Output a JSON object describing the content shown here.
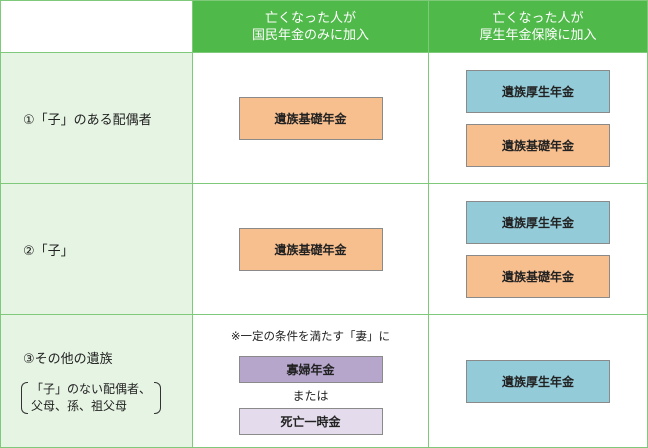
{
  "headers": {
    "national_line1": "亡くなった人が",
    "national_line2": "国民年金のみに加入",
    "welfare_line1": "亡くなった人が",
    "welfare_line2": "厚生年金保険に加入"
  },
  "rows": [
    {
      "label": "①「子」のある配偶者"
    },
    {
      "label": "②「子」"
    },
    {
      "label": "③その他の遺族",
      "sub_line1": "「子」のない配偶者、",
      "sub_line2": "父母、孫、祖父母"
    }
  ],
  "benefits": {
    "basic": "遺族基礎年金",
    "welfare": "遺族厚生年金",
    "widow": "寡婦年金",
    "lump_sum": "死亡一時金",
    "or": "または",
    "condition_note": "※一定の条件を満たす「妻」に"
  },
  "colors": {
    "header_green": "#4fb949",
    "row_label_bg": "#e6f4e3",
    "basic_pension": "#f7be8e",
    "welfare_pension": "#93cbd9",
    "widow_pension": "#b6a6cc",
    "lump_sum": "#e4dcec"
  }
}
